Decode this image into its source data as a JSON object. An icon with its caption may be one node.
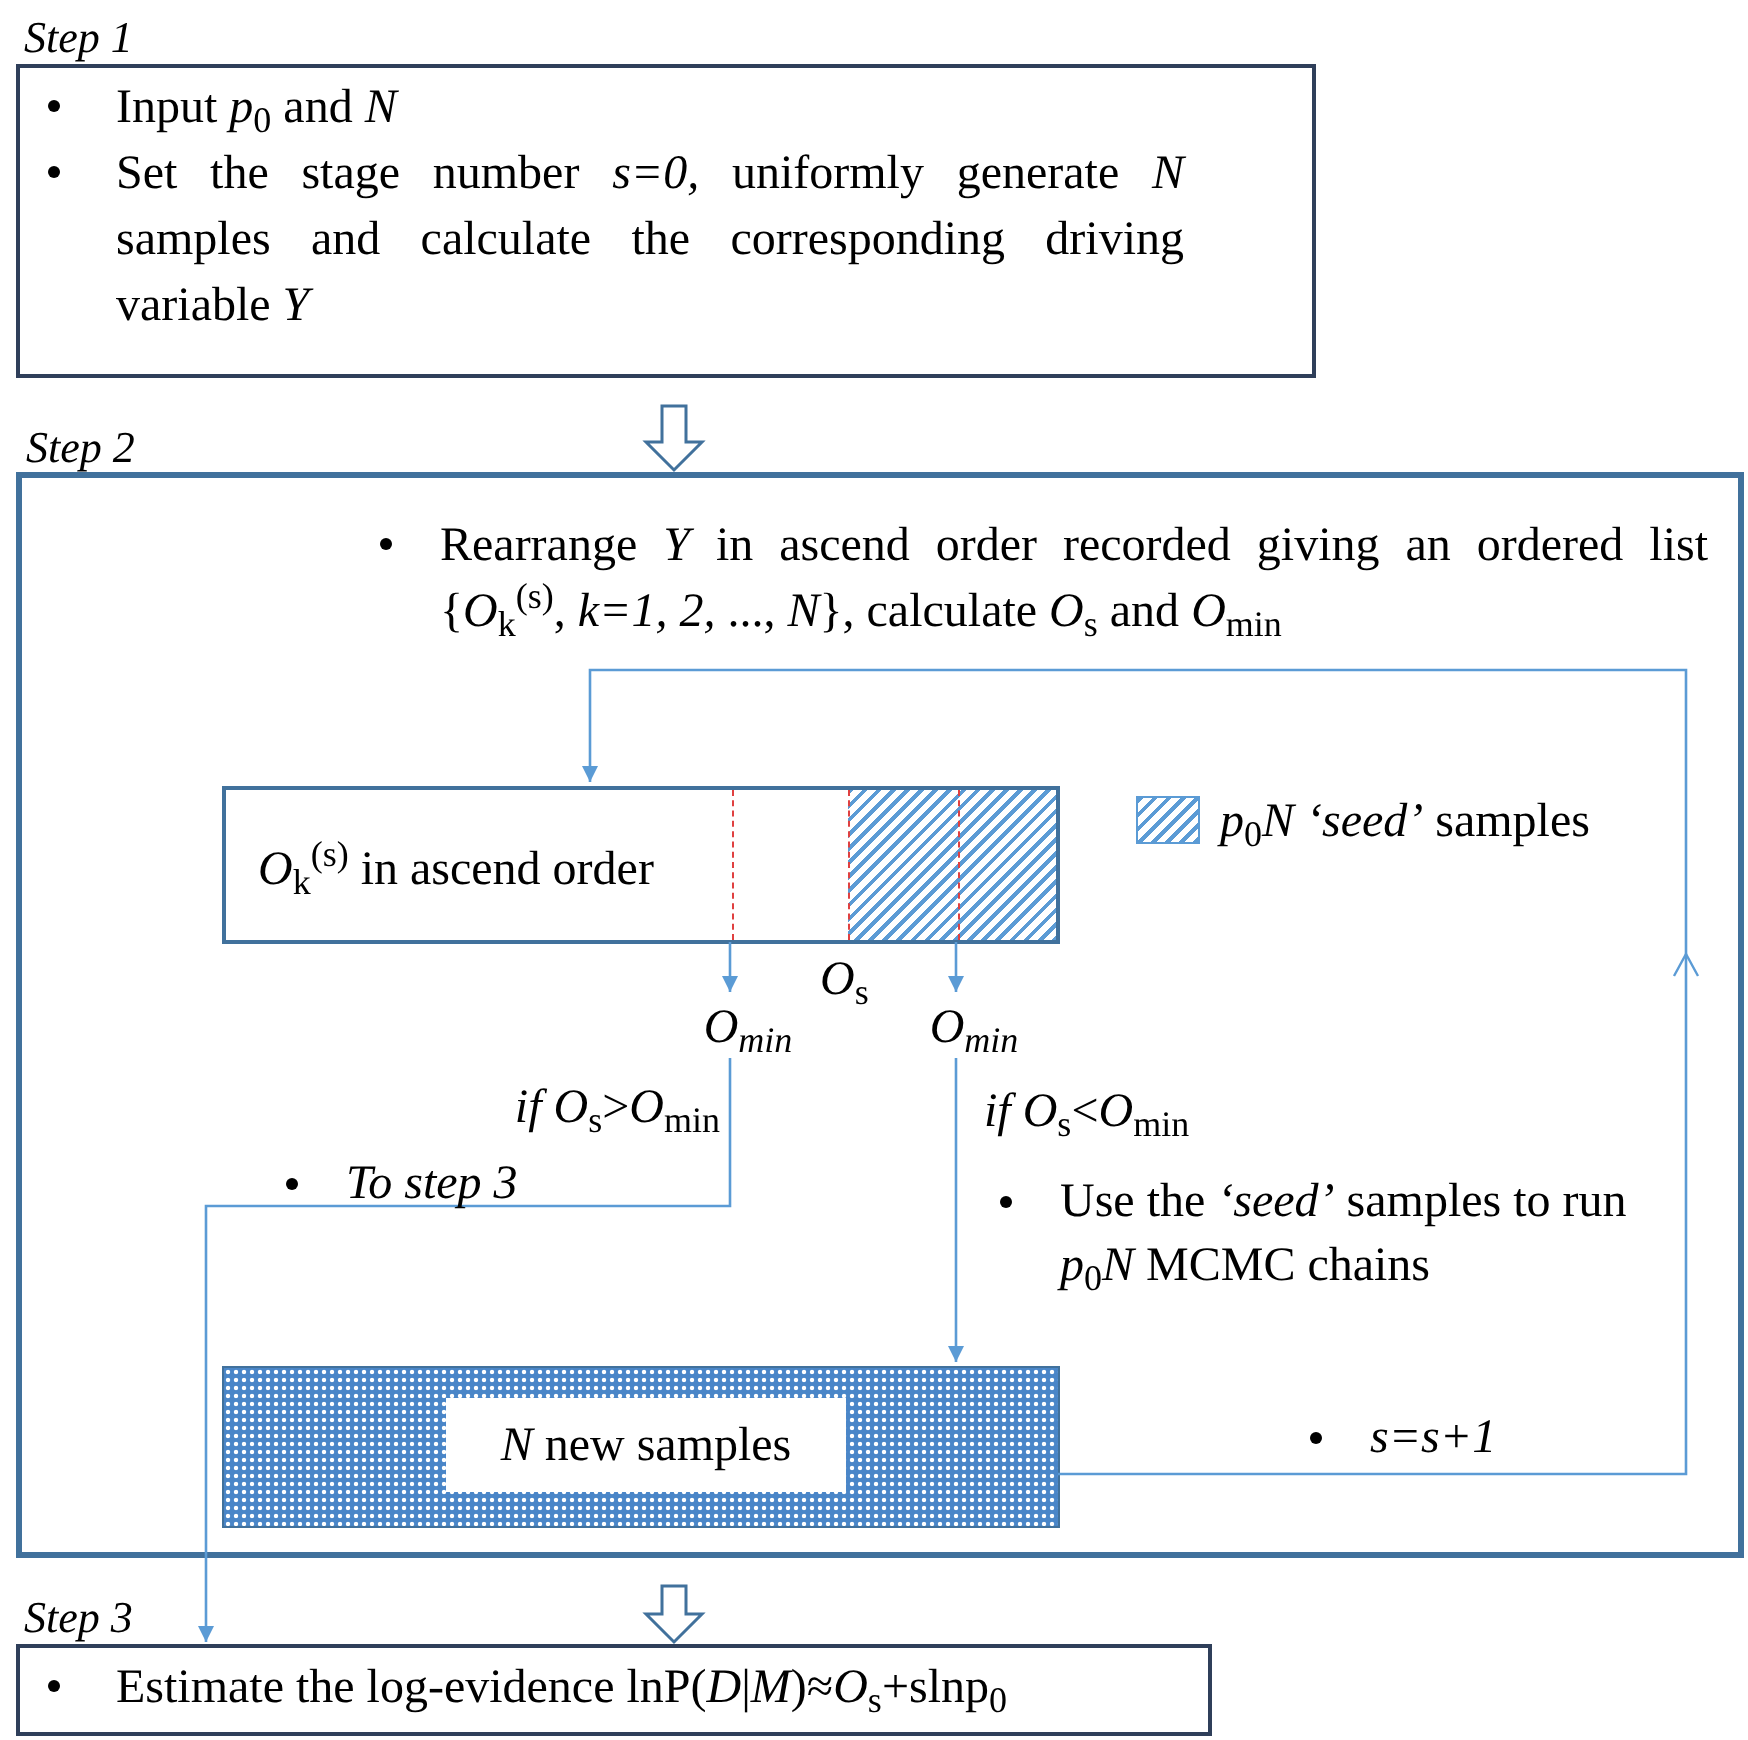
{
  "diagram": {
    "nodes": [
      {
        "text": [
          "Step 1",
          "Input *p*$_{0}$ and *N*",
          "Set the stage number *s=0,* uniformly generate *N* samples and calculate the corresponding driving variable *Y*"
        ]
      },
      {
        "text": [
          "Step 2",
          "Rearrange *Y* in ascend order recorded giving an ordered list {*O*$_{k}$$^{(s)}$, *k=1, 2,* ..., *N*}, calculate *O*$_{s}$ and *O*$_{min}$"
        ]
      },
      {
        "text": [
          "*O*$_{k}$$^{(s)}$ in ascend order"
        ],
        "in": 1
      },
      {
        "text": [
          "*N* new samples"
        ],
        "in": 1
      },
      {
        "text": [
          "Step 3",
          "Estimate the log-evidence lnP(*D*|*M*)≈*O*$_{s}$+slnp$_{0}$"
        ]
      },
      {
        "text": [
          "*O$_{min}$*"
        ],
        "in": 1
      },
      {
        "text": [
          "*O$_{min}$*"
        ],
        "in": 1
      }
    ],
    "edges": [
      {
        "from": 0,
        "to": 1,
        "arrow": "to",
        "style": "thick"
      },
      {
        "from": 1,
        "to": 4,
        "arrow": "to",
        "style": "thick"
      },
      {
        "from": 2,
        "to": 5,
        "arrow": "to"
      },
      {
        "from": 2,
        "to": 6,
        "arrow": "to"
      },
      {
        "from": 5,
        "to": 4,
        "arrow": "to",
        "label": "*if O*$_{s}$>*O*$_{min}$"
      },
      {
        "from": 6,
        "to": 3,
        "arrow": "to",
        "label": "*if O*$_{s}$<*O*$_{min}$"
      },
      {
        "from": 3,
        "to": 2,
        "arrow": "to"
      }
    ],
    "labels": [
      "*O*$_{s}$",
      "*To step 3*",
      "Use the *‘seed’* samples to run *p*$_{0}$*N* MCMC chains",
      "*s=s+1*"
    ],
    "legend": [
      {
        "text": "*p*$_{0}$*N ‘seed’* samples"
      }
    ]
  }
}
